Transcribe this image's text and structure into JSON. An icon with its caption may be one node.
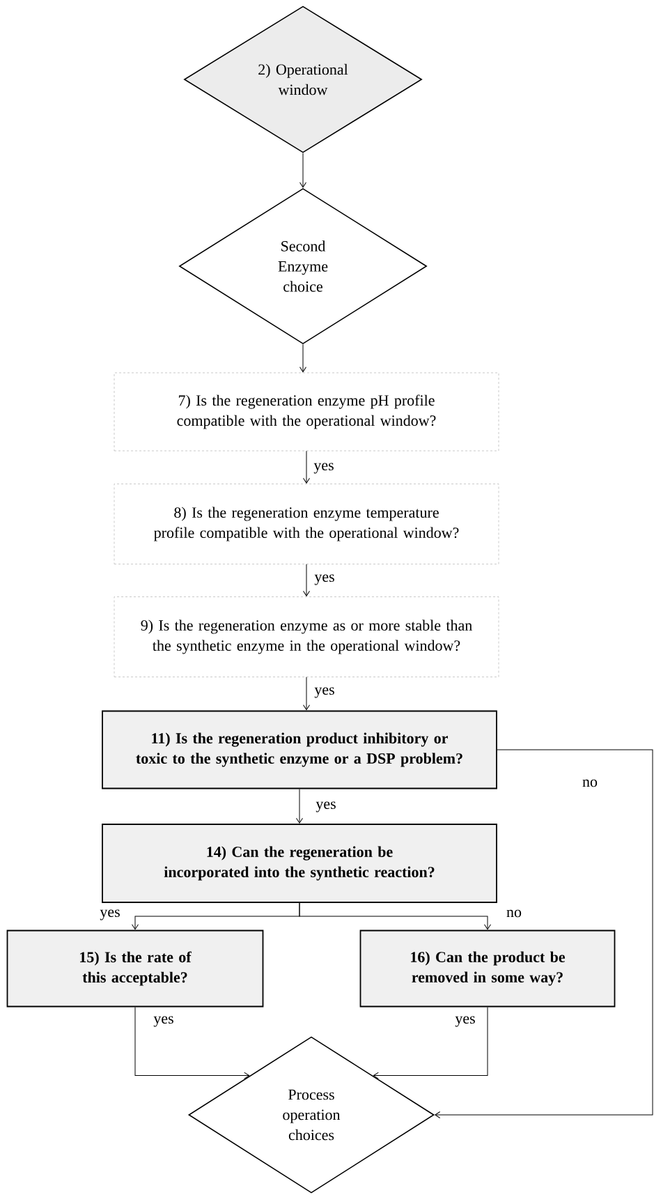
{
  "diagram": {
    "nodes": [
      {
        "text": [
          "2) Operational window"
        ]
      },
      {
        "text": [
          "Second Enzyme choice"
        ]
      },
      {
        "text": [
          "7) Is the regeneration enzyme pH profile compatible with the operational window?"
        ]
      },
      {
        "text": [
          "8) Is the regeneration enzyme temperature profile compatible with the operational window?"
        ]
      },
      {
        "text": [
          "9) Is the regeneration enzyme as or more stable than the synthetic enzyme in the operational window?"
        ]
      },
      {
        "text": [
          "11) Is the regeneration product inhibitory or toxic to the synthetic enzyme or a DSP problem?"
        ]
      },
      {
        "text": [
          "14) Can the regeneration be incorporated into the synthetic reaction?"
        ]
      },
      {
        "text": [
          "15) Is the rate of this acceptable?"
        ]
      },
      {
        "text": [
          "16) Can the product be removed in some way?"
        ]
      },
      {
        "text": [
          "Process operation choices"
        ]
      }
    ],
    "edges": [
      {
        "from": 0,
        "to": 1,
        "arrow": "to"
      },
      {
        "from": 1,
        "to": 2,
        "arrow": "to"
      },
      {
        "from": 2,
        "to": 3,
        "arrow": "to",
        "label": "yes"
      },
      {
        "from": 3,
        "to": 4,
        "arrow": "to",
        "label": "yes"
      },
      {
        "from": 4,
        "to": 5,
        "arrow": "to",
        "label": "yes"
      },
      {
        "from": 5,
        "to": 9,
        "arrow": "to",
        "label": "no"
      },
      {
        "from": 5,
        "to": 6,
        "arrow": "to",
        "label": "yes"
      },
      {
        "from": 6,
        "to": 7,
        "arrow": "to",
        "label": "yes"
      },
      {
        "from": 6,
        "to": 8,
        "arrow": "to",
        "label": "no"
      },
      {
        "from": 7,
        "to": 9,
        "arrow": "to",
        "label": "yes"
      },
      {
        "from": 8,
        "to": 9,
        "arrow": "to",
        "label": "yes"
      }
    ]
  }
}
